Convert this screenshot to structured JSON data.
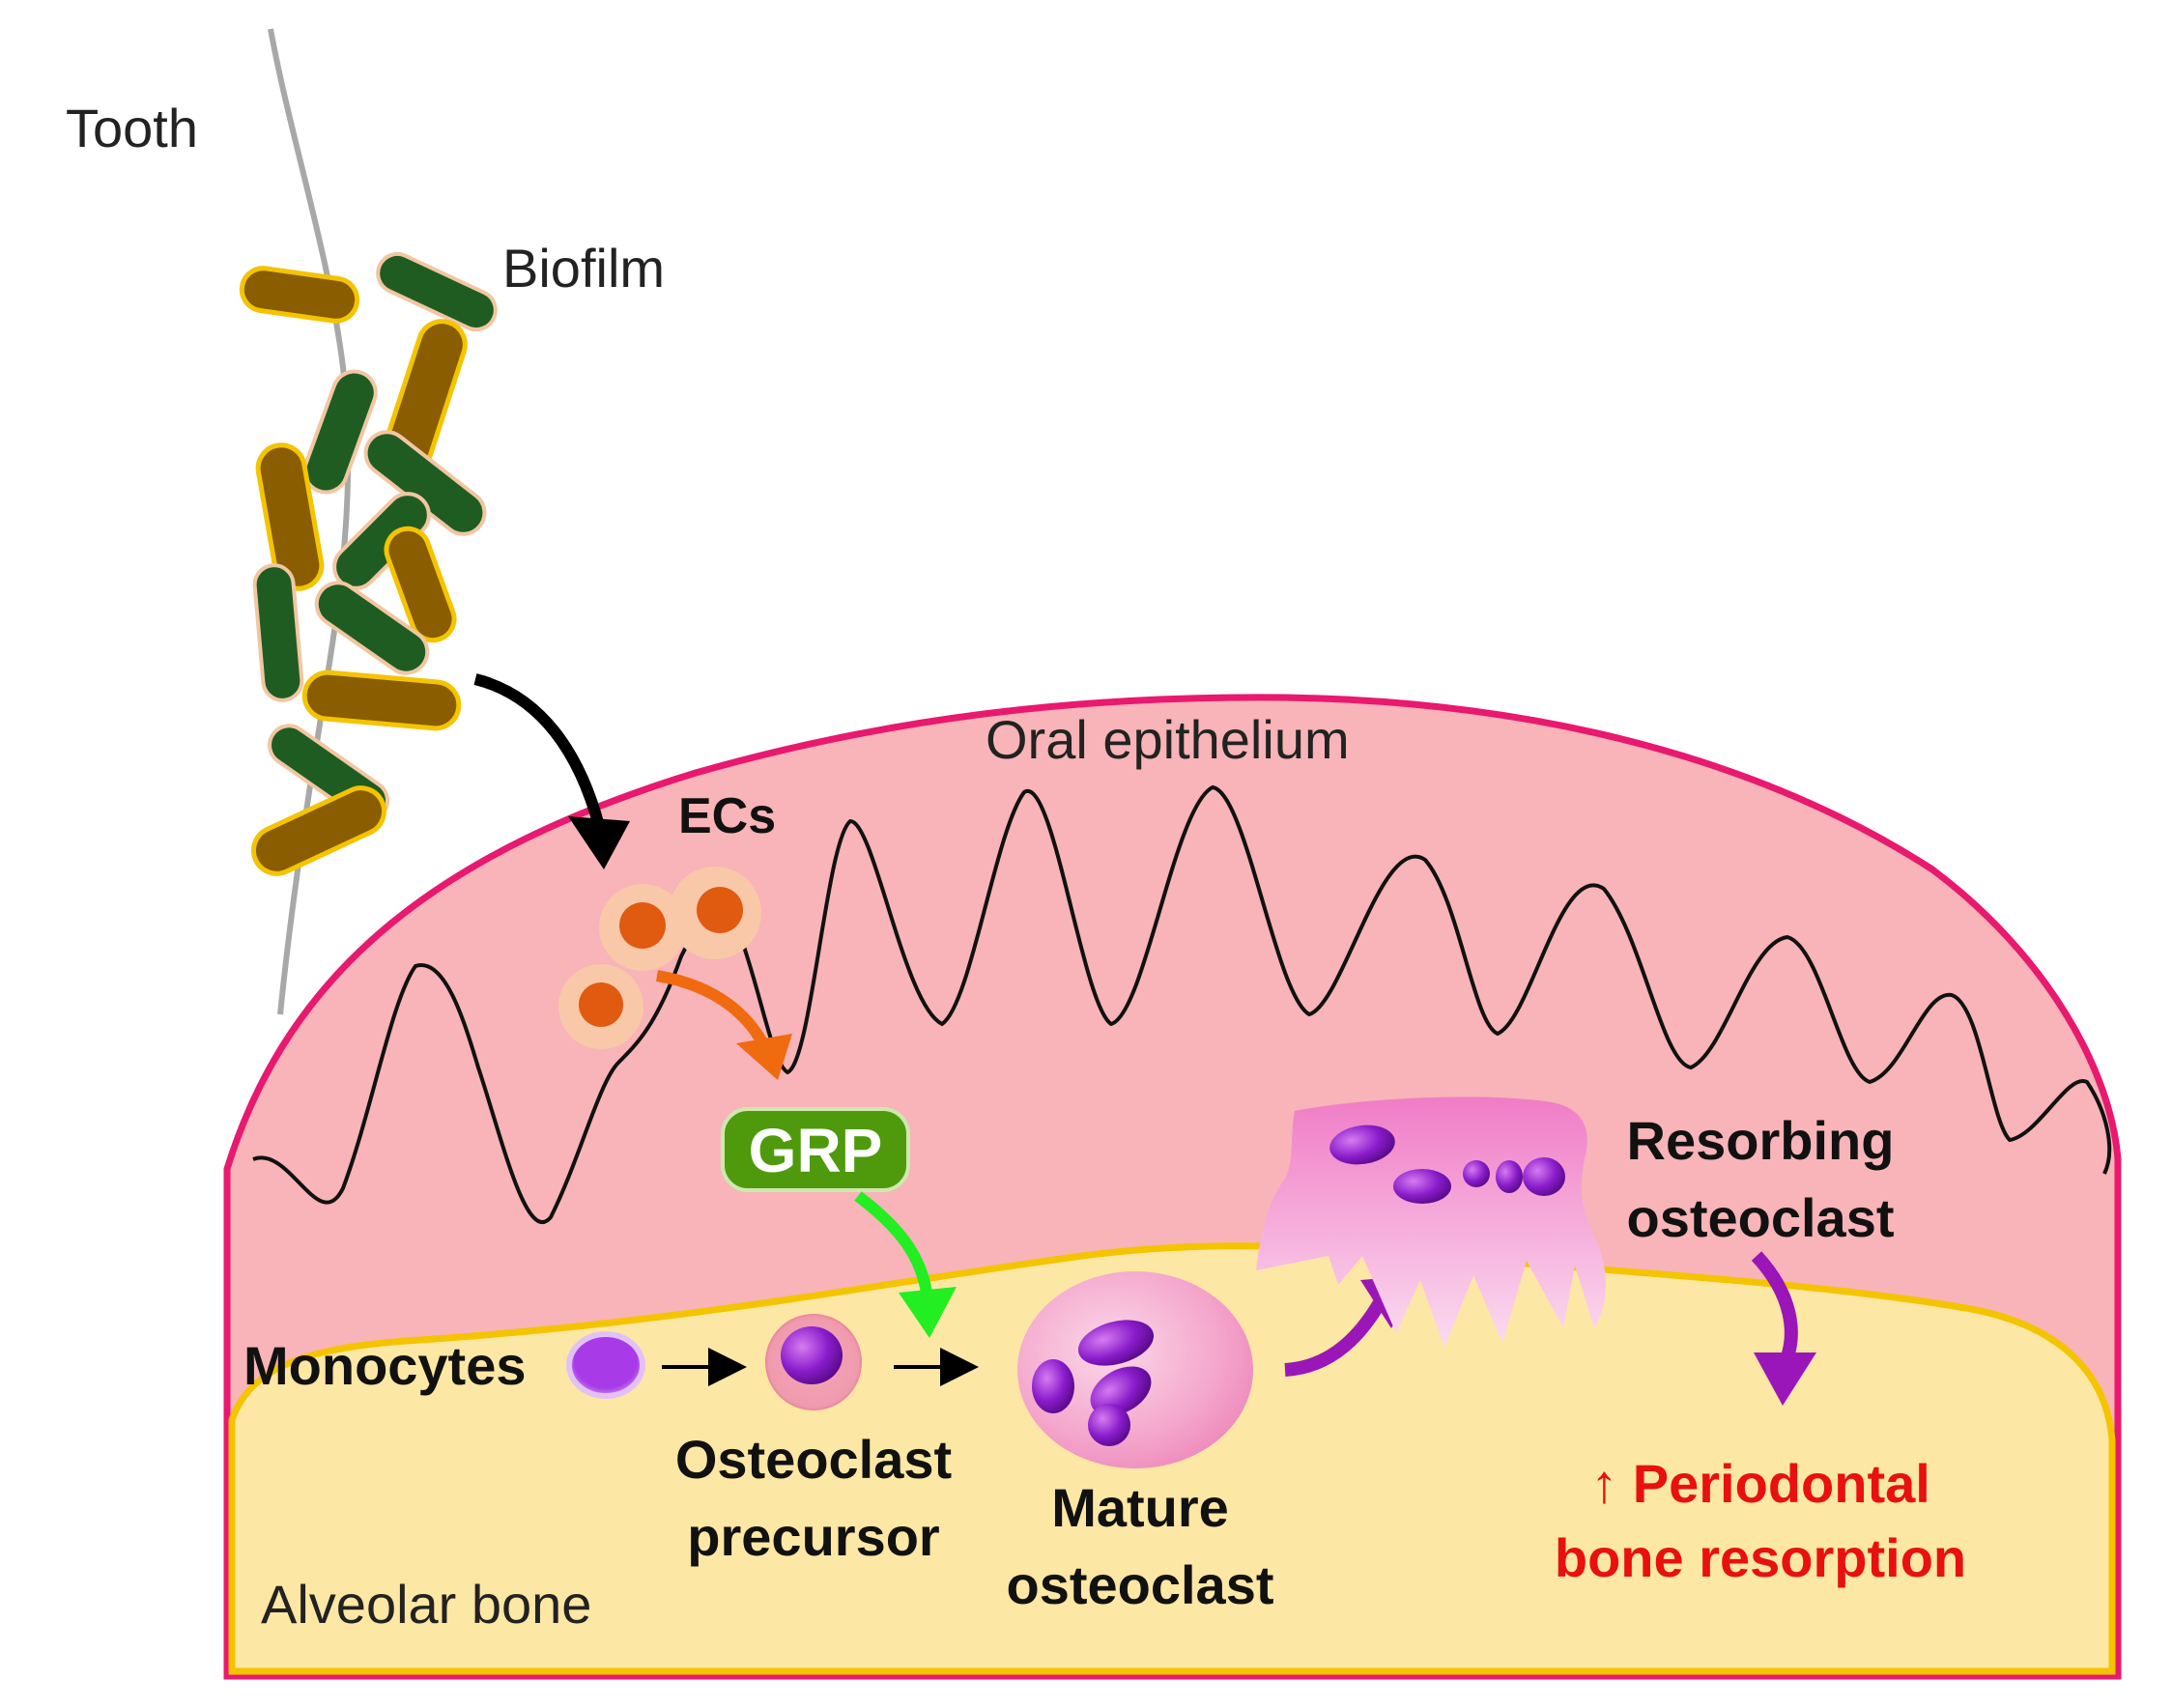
{
  "labels": {
    "tooth": "Tooth",
    "biofilm": "Biofilm",
    "oral_epithelium": "Oral epithelium",
    "ecs": "ECs",
    "grp": "GRP",
    "monocytes": "Monocytes",
    "osteoclast_precursor_line1": "Osteoclast",
    "osteoclast_precursor_line2": "precursor",
    "mature_osteoclast_line1": "Mature",
    "mature_osteoclast_line2": "osteoclast",
    "resorbing_osteoclast_line1": "Resorbing",
    "resorbing_osteoclast_line2": "osteoclast",
    "result_line1": "↑ Periodontal",
    "result_line2": "bone resorption",
    "alveolar_bone": "Alveolar bone"
  },
  "colors": {
    "epithelium_fill": "#f8b4b8",
    "epithelium_border": "#e8196e",
    "bone_fill": "#fde7a4",
    "bone_border": "#f4c400",
    "bacteria_dark": "#1f5c22",
    "bacteria_brown": "#8a5d00",
    "ec_dot": "#e05a10",
    "grp_fill": "#4e9a0c",
    "arrow_green": "#22ee22",
    "arrow_orange": "#f06a10",
    "arrow_purple": "#9a16b8",
    "result_text": "#e81010"
  },
  "icons": {
    "monocyte": "small-purple-cell-icon",
    "precursor": "pink-cell-purple-nucleus-icon",
    "mature": "multinucleated-cell-icon",
    "resorbing": "ruffled-osteoclast-icon"
  }
}
